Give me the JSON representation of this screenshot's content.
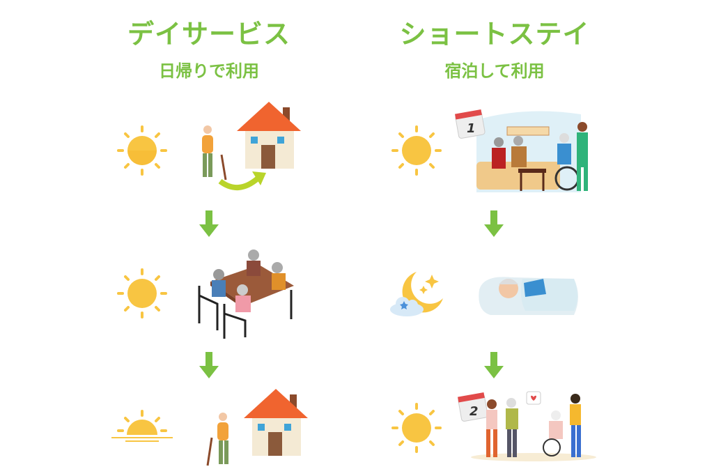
{
  "left": {
    "title": "デイサービス",
    "subtitle": "日帰りで利用"
  },
  "right": {
    "title": "ショートステイ",
    "subtitle": "宿泊して利用",
    "calendar_day1": "1",
    "calendar_day2": "2"
  },
  "colors": {
    "accent": "#7bc143",
    "sun": "#f8c542",
    "roof": "#f0642f"
  }
}
